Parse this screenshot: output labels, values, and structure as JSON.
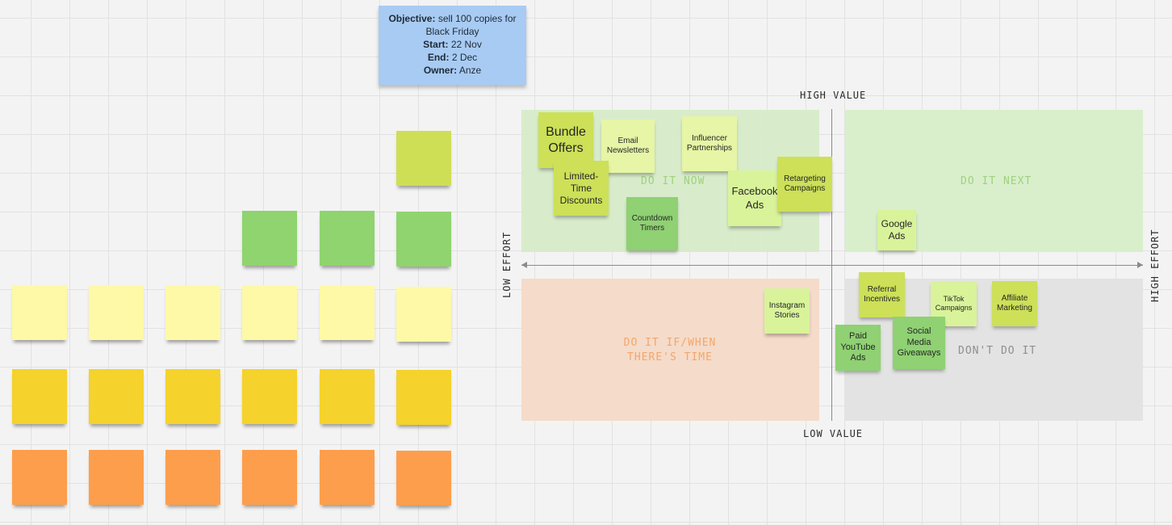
{
  "objective": {
    "objective_label": "Objective:",
    "objective_text": "sell 100 copies for Black Friday",
    "start_label": "Start:",
    "start_value": "22 Nov",
    "end_label": "End:",
    "end_value": "2 Dec",
    "owner_label": "Owner:",
    "owner_value": "Anze"
  },
  "matrix": {
    "high_value": "HIGH VALUE",
    "low_value": "LOW VALUE",
    "low_effort": "LOW EFFORT",
    "high_effort": "HIGH EFFORT",
    "q_now": "DO IT NOW",
    "q_next": "DO IT NEXT",
    "q_time_line1": "DO IT IF/WHEN",
    "q_time_line2": "THERE'S TIME",
    "q_dont": "DON'T DO IT"
  },
  "colors": {
    "do_it_now": "#d6ebc8",
    "do_it_next": "#d9efcc",
    "if_time": "#f5dbc9",
    "dont": "#e3e3e3",
    "label_now": "#9fd27e",
    "label_time": "#f3a66c",
    "label_dont": "#8f8f8f",
    "objective_card": "#a8cbf3"
  },
  "notes": {
    "bundle": "Bundle Offers",
    "email": "Email Newsletters",
    "influencer": "Influencer Partnerships",
    "limited": "Limited-Time Discounts",
    "facebook": "Facebook Ads",
    "retargeting": "Retargeting Campaigns",
    "countdown": "Countdown Timers",
    "google": "Google Ads",
    "instagram": "Instagram Stories",
    "referral": "Referral Incentives",
    "tiktok": "TikTok Campaigns",
    "affiliate": "Affiliate Marketing",
    "youtube": "Paid YouTube Ads",
    "social": "Social Media Giveaways"
  }
}
